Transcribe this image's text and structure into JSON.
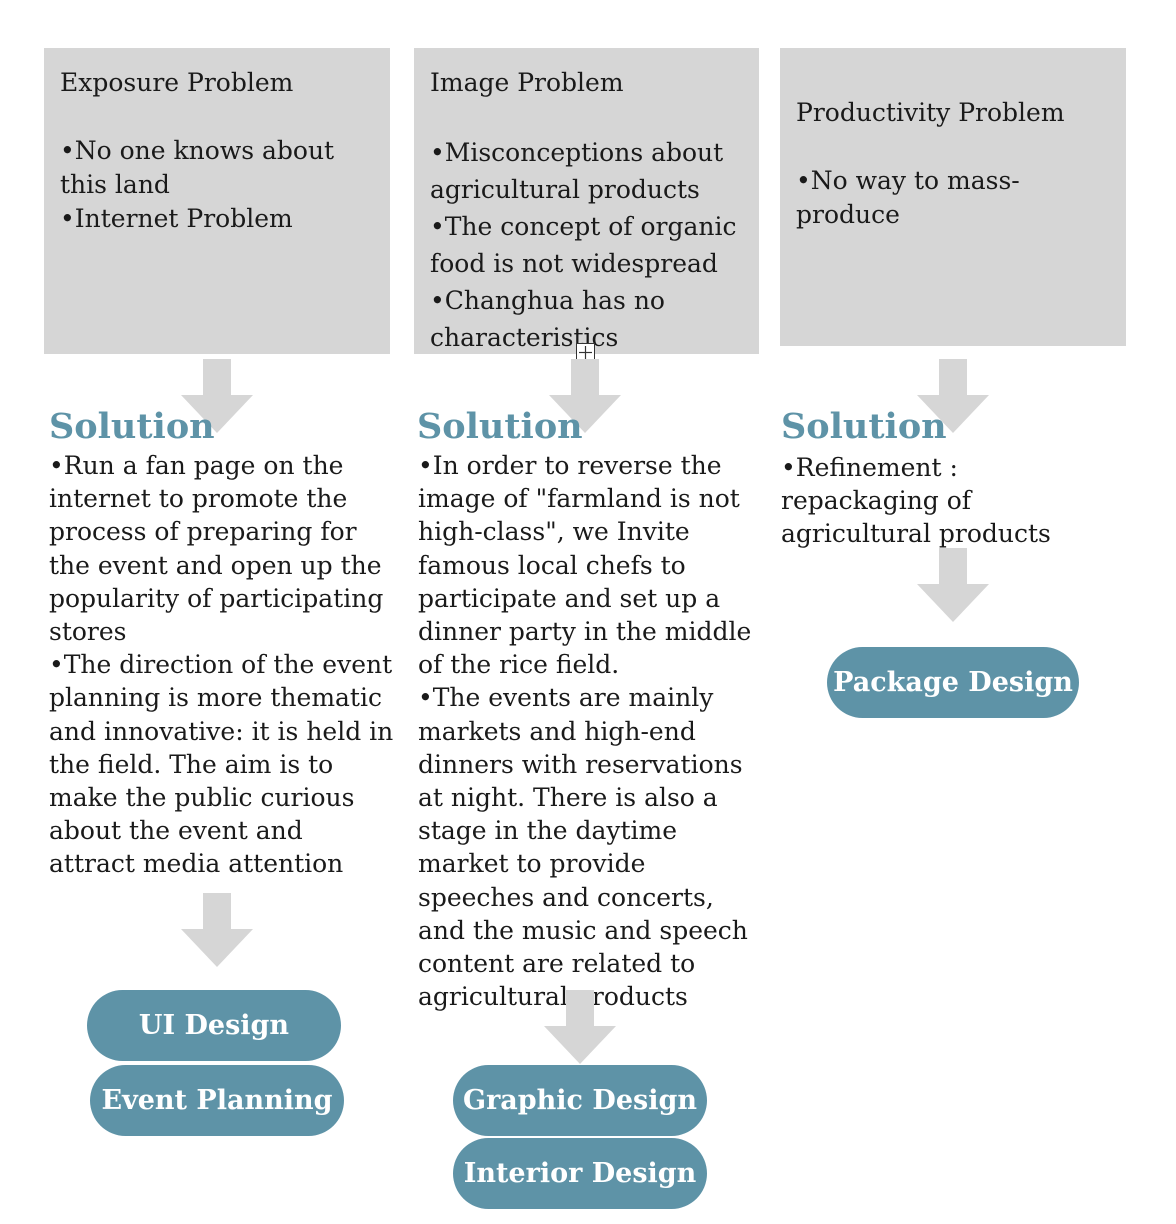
{
  "columns": [
    {
      "problem_title": "Exposure Problem",
      "problem_bullets": [
        "•No one knows about this land",
        "•Internet Problem"
      ],
      "solution_heading": "Solution",
      "solution_bullets": [
        "•Run a fan page on the internet to promote the process of preparing for the event and open up the popularity of participating stores",
        "•The direction of the event planning is more thematic and innovative: it is held in the field. The aim is to make the public curious about the event and attract media attention"
      ],
      "outputs": [
        "UI Design",
        "Event Planning"
      ]
    },
    {
      "problem_title": "Image Problem",
      "problem_bullets": [
        "•Misconceptions about agricultural products",
        "•The concept of organic food is not widespread",
        "•Changhua has no characteristics"
      ],
      "solution_heading": "Solution",
      "solution_bullets": [
        "•In order to reverse the image of \"farmland is not high-class\", we Invite famous local chefs to participate and set up a dinner party in the middle of the rice field.",
        "•The events are mainly markets and high-end dinners with reservations at night. There is also a stage in the daytime market to provide speeches and concerts, and the music and speech content are related to agricultural products"
      ],
      "outputs": [
        "Graphic Design",
        "Interior Design"
      ]
    },
    {
      "problem_title": "Productivity Problem",
      "problem_bullets": [
        "•No way to mass-produce"
      ],
      "solution_heading": "Solution",
      "solution_bullets": [
        "•Refinement : repackaging of agricultural products"
      ],
      "outputs": [
        "Package Design"
      ]
    }
  ],
  "colors": {
    "problem_box": "#d6d6d6",
    "arrow": "#d6d6d6",
    "accent": "#5e93a7",
    "pill_text": "#ffffff"
  },
  "icons": {
    "arrow": "down-arrow-icon",
    "handle": "move-handle-icon"
  }
}
